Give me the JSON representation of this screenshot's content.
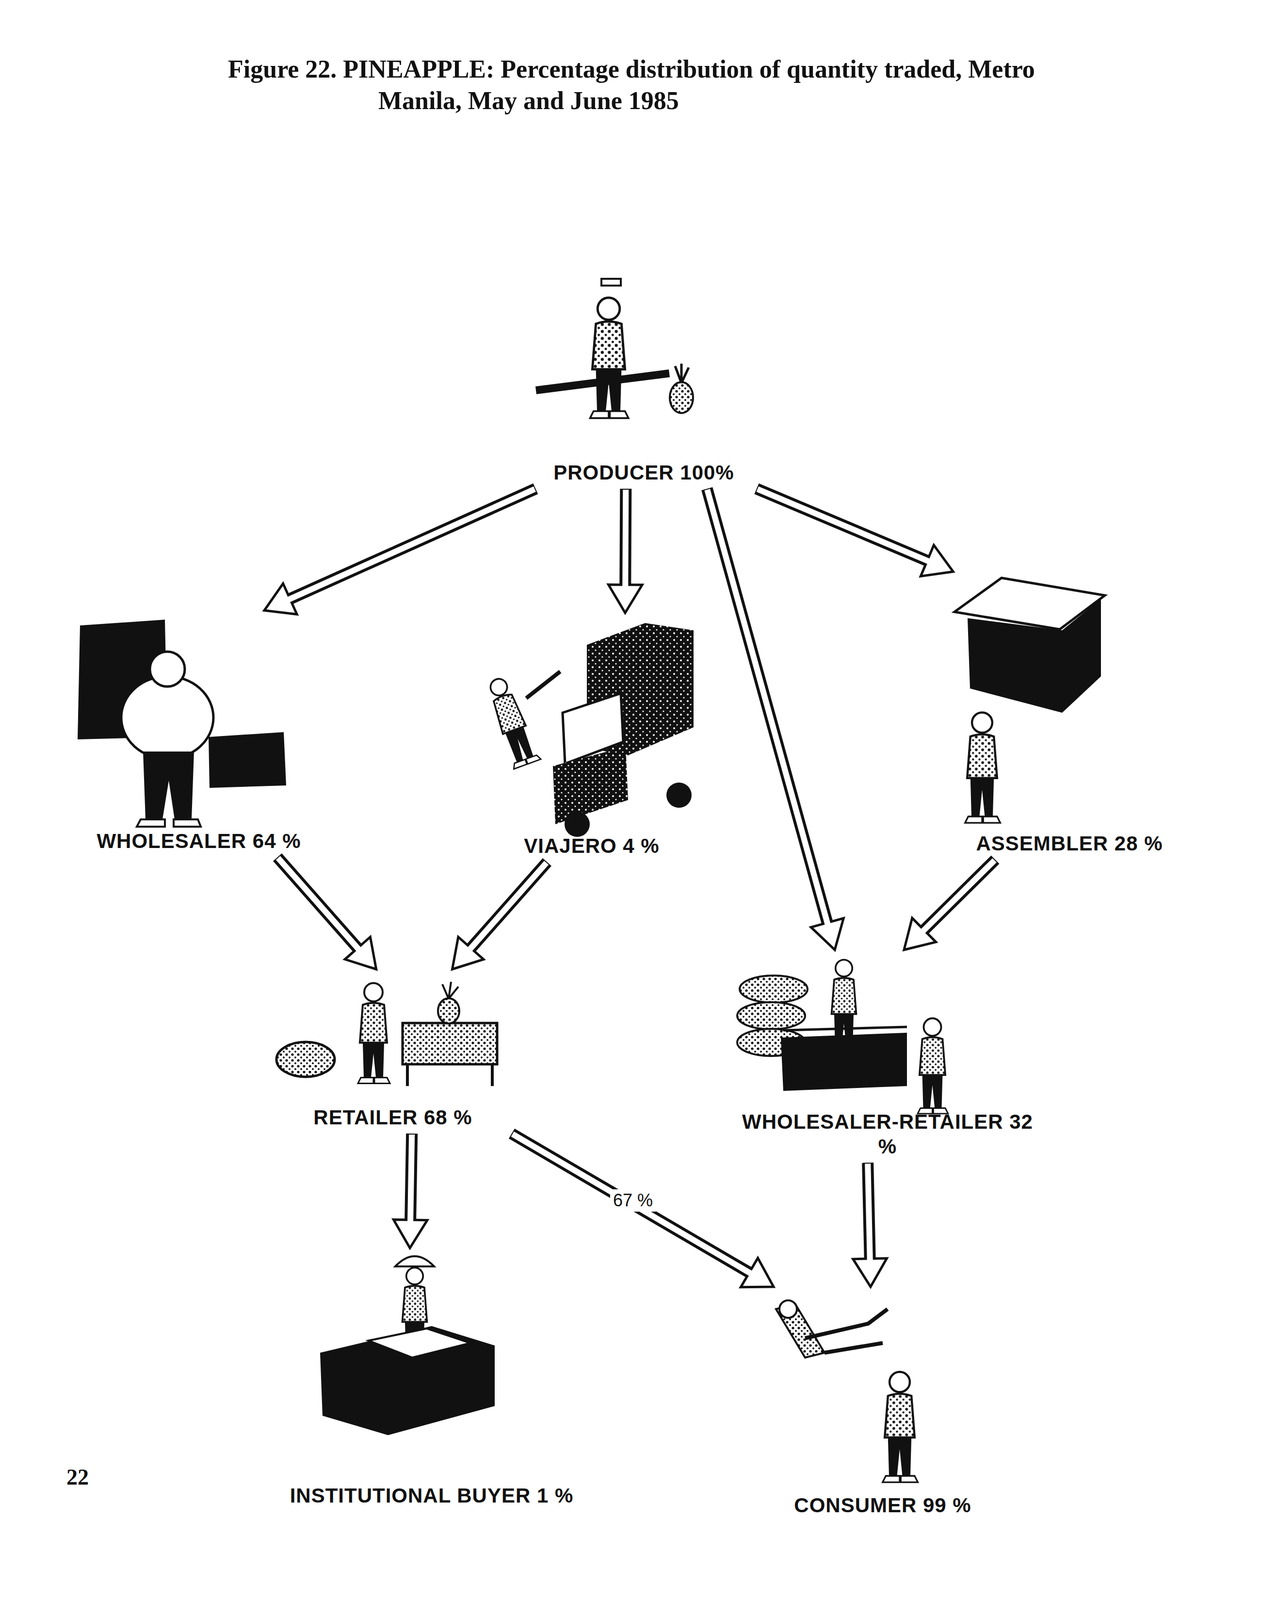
{
  "diagram": {
    "title": "Figure 22. PINEAPPLE: Percentage distribution of quantity traded, Metro Manila, May and June 1985",
    "nodes": [
      {
        "text": [
          "PRODUCER 100%"
        ]
      },
      {
        "text": [
          "WHOLESALER 64 %"
        ]
      },
      {
        "text": [
          "VIAJERO 4 %"
        ]
      },
      {
        "text": [
          "ASSEMBLER 28 %"
        ]
      },
      {
        "text": [
          "RETAILER 68 %"
        ]
      },
      {
        "text": [
          "WHOLESALER-RETAILER 32 %"
        ]
      },
      {
        "text": [
          "INSTITUTIONAL BUYER 1 %"
        ]
      },
      {
        "text": [
          "CONSUMER 99 %"
        ]
      }
    ],
    "edges": [
      {
        "from": 0,
        "to": 1,
        "arrow": "to"
      },
      {
        "from": 0,
        "to": 2,
        "arrow": "to"
      },
      {
        "from": 0,
        "to": 5,
        "arrow": "to"
      },
      {
        "from": 0,
        "to": 3,
        "arrow": "to"
      },
      {
        "from": 1,
        "to": 4,
        "arrow": "to"
      },
      {
        "from": 2,
        "to": 4,
        "arrow": "to"
      },
      {
        "from": 3,
        "to": 5,
        "arrow": "to"
      },
      {
        "from": 4,
        "to": 6,
        "arrow": "to"
      },
      {
        "from": 4,
        "to": 7,
        "label": "67 %",
        "arrow": "to"
      },
      {
        "from": 5,
        "to": 7,
        "arrow": "to"
      }
    ],
    "labels": [
      "22"
    ]
  }
}
